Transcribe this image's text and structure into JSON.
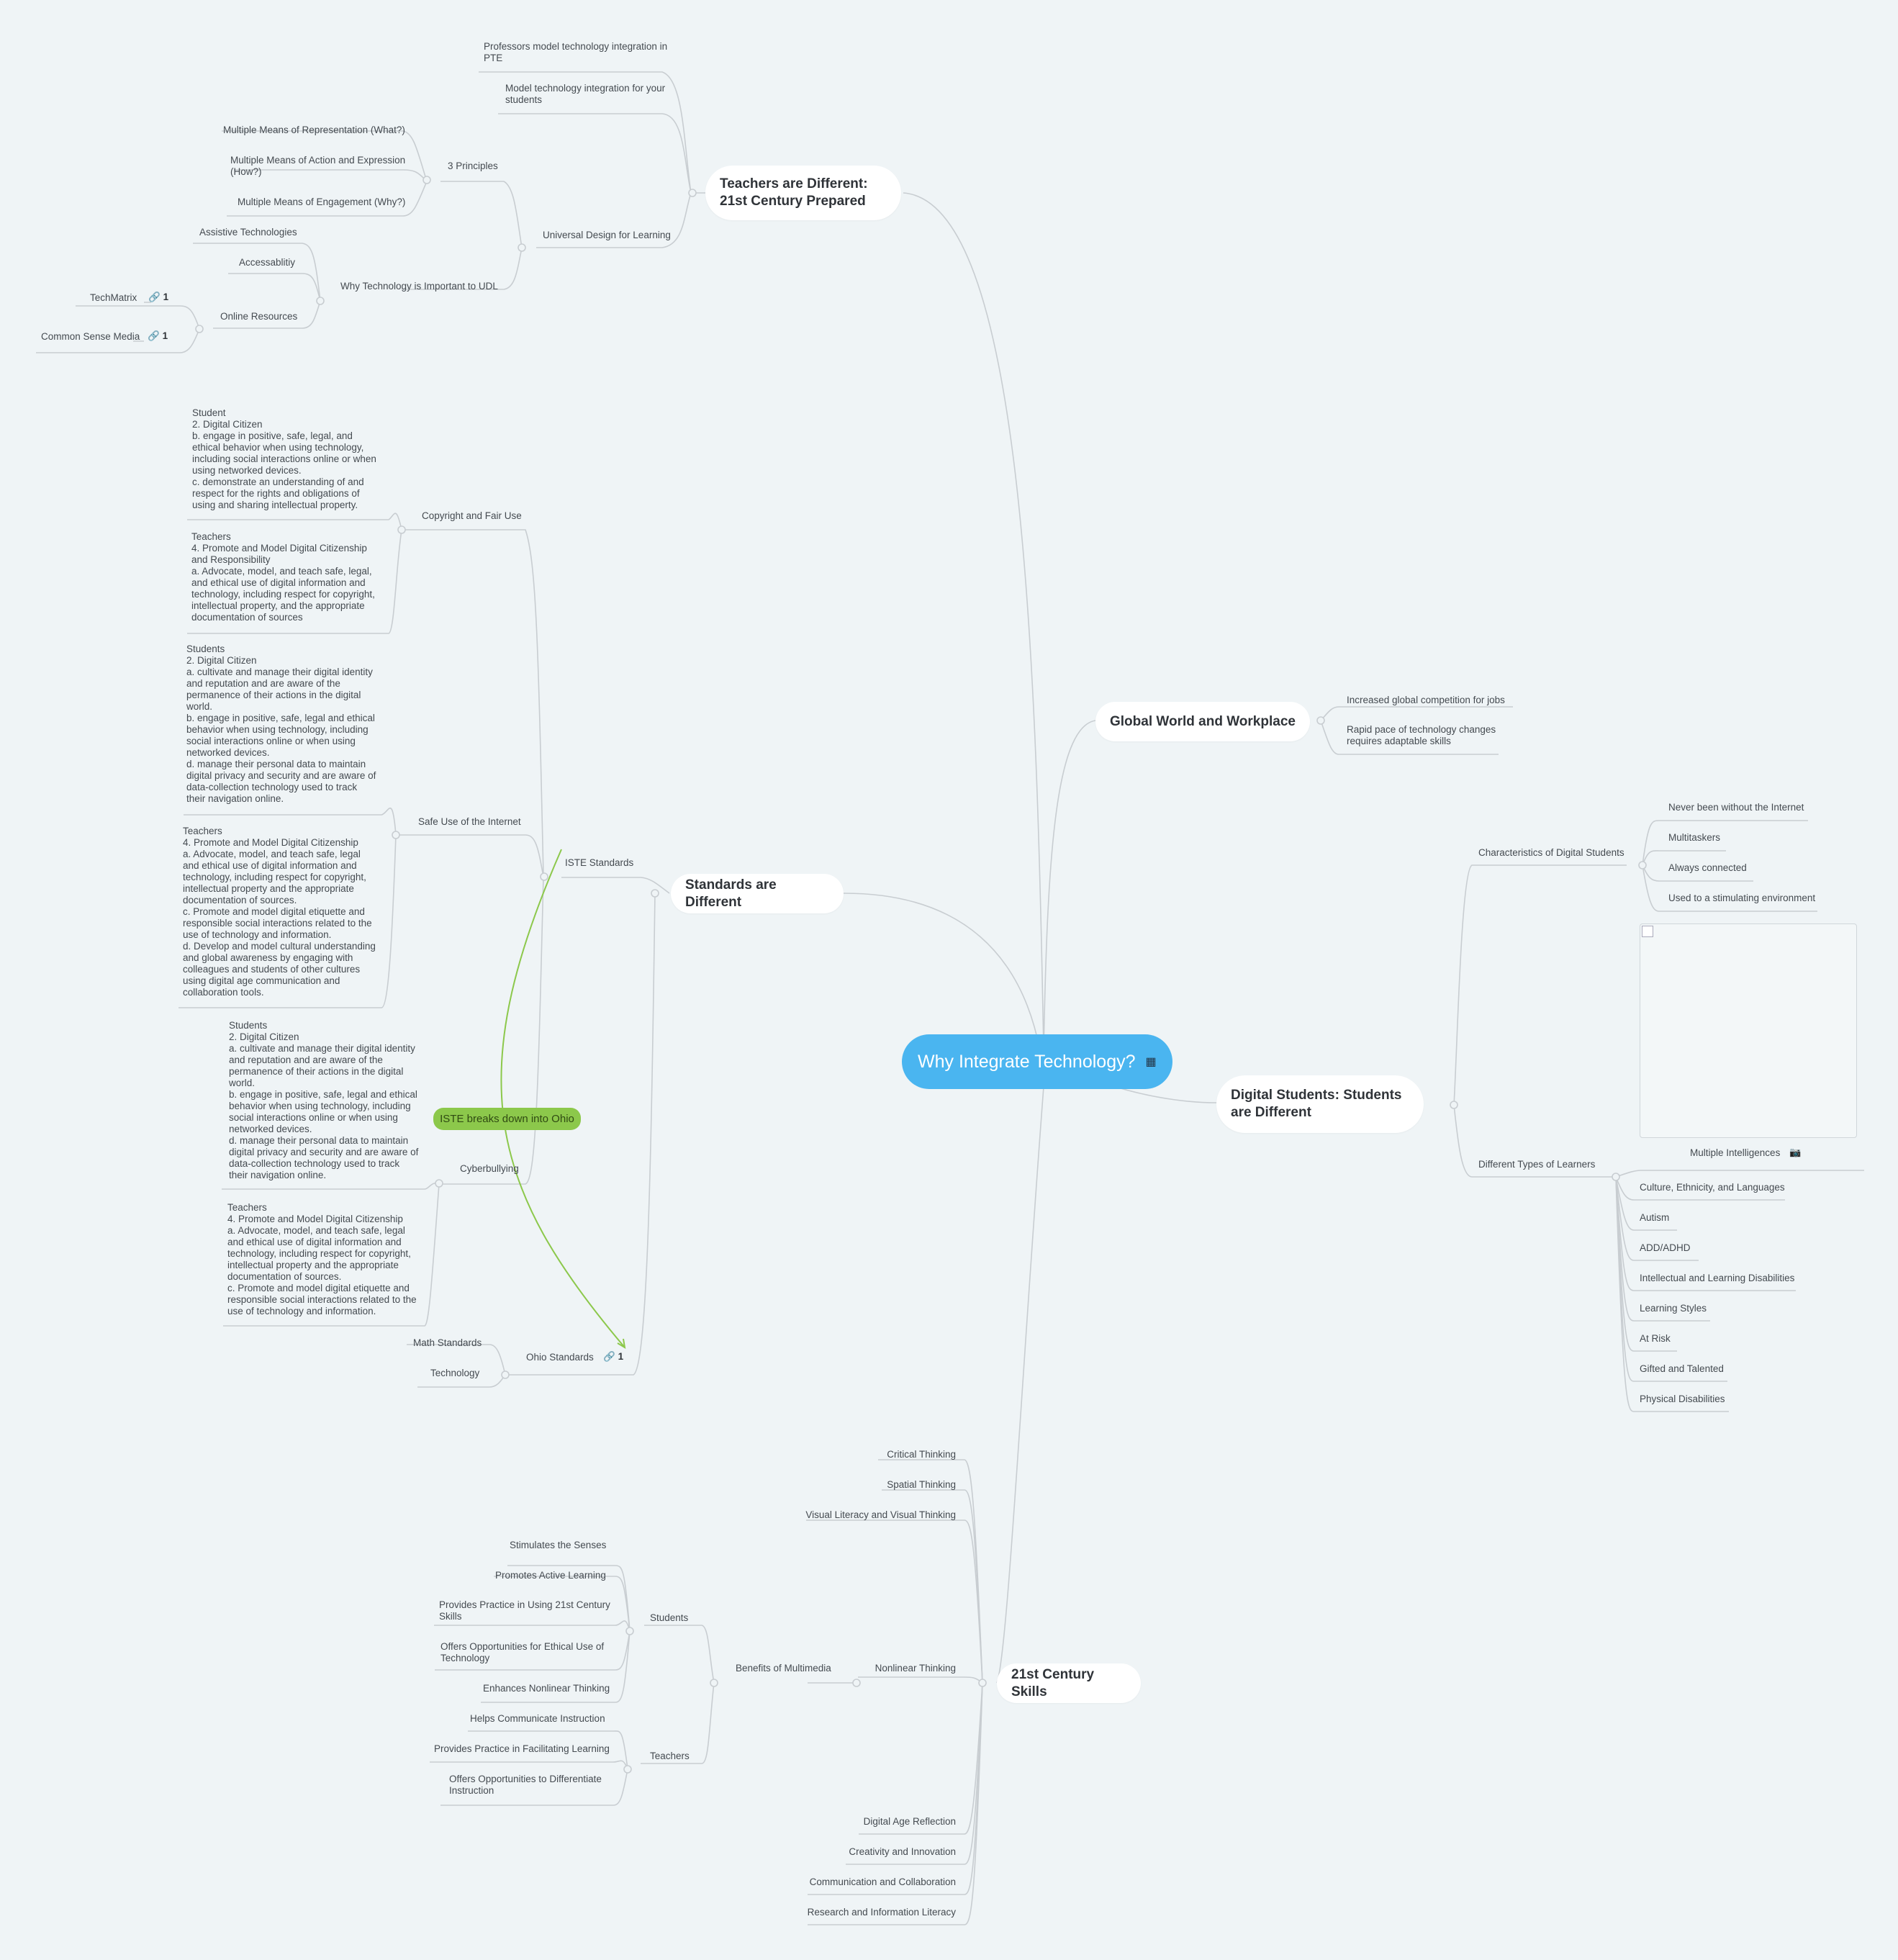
{
  "central": {
    "title": "Why Integrate Technology?",
    "notes_icon": "notes-icon"
  },
  "colors": {
    "central": "#4ab5f0",
    "background": "#eff4f6",
    "relationship": "#8cc84b",
    "line": "#c8cdd1"
  },
  "branches": {
    "teachers": {
      "title": "Teachers are Different: 21st Century Prepared",
      "professors": "Professors model technology integration in PTE",
      "model": "Model technology integration for your students",
      "udl": "Universal Design for Learning",
      "principles": "3 Principles",
      "representation": "Multiple Means of Representation (What?)",
      "action": "Multiple Means of Action and Expression (How?)",
      "engagement": "Multiple Means of Engagement (Why?)",
      "why_udl": "Why Technology is Important to UDL",
      "assistive": "Assistive Technologies",
      "accessability": "Accessablitiy",
      "online": "Online Resources",
      "techmatrix": "TechMatrix",
      "commonsense": "Common Sense Media",
      "link_count": "1"
    },
    "global": {
      "title": "Global World and Workplace",
      "competition": "Increased global competition for jobs",
      "pace": "Rapid pace of technology changes requires adaptable skills"
    },
    "standards": {
      "title": "Standards are Different",
      "iste": "ISTE Standards",
      "copyright": "Copyright and Fair Use",
      "copyright_student": "Student\n2. Digital Citizen\nb. engage in positive, safe, legal, and ethical behavior when using technology, including social interactions online or when using networked devices.\nc. demonstrate an understanding of and respect for the rights and obligations of using and sharing intellectual property.",
      "copyright_teacher": "Teachers\n4. Promote and Model Digital Citizenship and Responsibility\na. Advocate, model, and teach safe, legal, and ethical use of digital information and technology, including respect for copyright, intellectual property, and the appropriate documentation of sources",
      "safe": "Safe Use of the Internet",
      "safe_student": "Students\n2. Digital Citizen\na. cultivate and manage their digital identity and reputation and are aware of the permanence of their actions in the digital world.\nb. engage in positive, safe, legal and ethical behavior when using technology, including social interactions online or when using networked devices.\nd. manage their personal data to maintain digital privacy and security and are aware of data-collection technology used to track their navigation online.",
      "safe_teacher": "Teachers\n4. Promote and Model Digital Citizenship\na. Advocate, model, and teach safe, legal and ethical use of digital information and technology, including respect for copyright, intellectual property and the appropriate documentation of sources.\nc. Promote and model digital etiquette and responsible social interactions related to the use of technology and information.\nd. Develop and model cultural understanding and global awareness by engaging with colleagues and students of other cultures using digital age  communication and collaboration tools.",
      "cyber": "Cyberbullying",
      "cyber_student": "Students\n2. Digital Citizen\na. cultivate and manage their digital identity and reputation and are aware of the permanence of their actions in the digital world.\nb. engage in positive, safe, legal and ethical behavior when using technology, including social interactions online or when using networked devices.\nd. manage their personal data to maintain digital privacy and security and are aware of data-collection technology used to track their navigation online.",
      "cyber_teacher": "Teachers\n4. Promote and Model Digital Citizenship\na. Advocate, model, and teach safe, legal and ethical use of digital information and technology, including respect for copyright, intellectual property and the appropriate documentation of sources.\nc. Promote and model digital etiquette and responsible social interactions related to the use of technology and information.",
      "relationship": "ISTE breaks down into Ohio",
      "ohio": "Ohio Standards",
      "ohio_links": "1",
      "math": "Math Standards",
      "technology": "Technology"
    },
    "digital": {
      "title": "Digital Students: Students are Different",
      "characteristics": "Characteristics of Digital Students",
      "never": "Never been without the Internet",
      "multitaskers": "Multitaskers",
      "connected": "Always connected",
      "stimulating": "Used to a stimulating environment",
      "types": "Different Types of Learners",
      "mi": "Multiple Intelligences",
      "culture": "Culture, Ethnicity, and Languages",
      "autism": "Autism",
      "add": "ADD/ADHD",
      "intellectual": "Intellectual and Learning Disabilities",
      "styles": "Learning Styles",
      "risk": "At Risk",
      "gifted": "Gifted and Talented",
      "physical": "Physical Disabilities"
    },
    "skills": {
      "title": "21st Century Skills",
      "critical": "Critical Thinking",
      "spatial": "Spatial Thinking",
      "visual": "Visual Literacy and Visual Thinking",
      "nonlinear": "Nonlinear Thinking",
      "benefits": "Benefits of Multimedia",
      "students": "Students",
      "senses": "Stimulates the Senses",
      "active": "Promotes Active Learning",
      "practice21": "Provides Practice in Using 21st Century Skills",
      "ethical": "Offers Opportunities for Ethical Use of Technology",
      "enhances": "Enhances Nonlinear Thinking",
      "teachers": "Teachers",
      "communicate": "Helps Communicate Instruction",
      "facilitating": "Provides Practice in Facilitating Learning",
      "differentiate": "Offers Opportunities to Differentiate Instruction",
      "reflection": "Digital Age Reflection",
      "creativity": "Creativity and Innovation",
      "communication": "Communication and Collaboration",
      "research": "Research and Information Literacy"
    }
  }
}
